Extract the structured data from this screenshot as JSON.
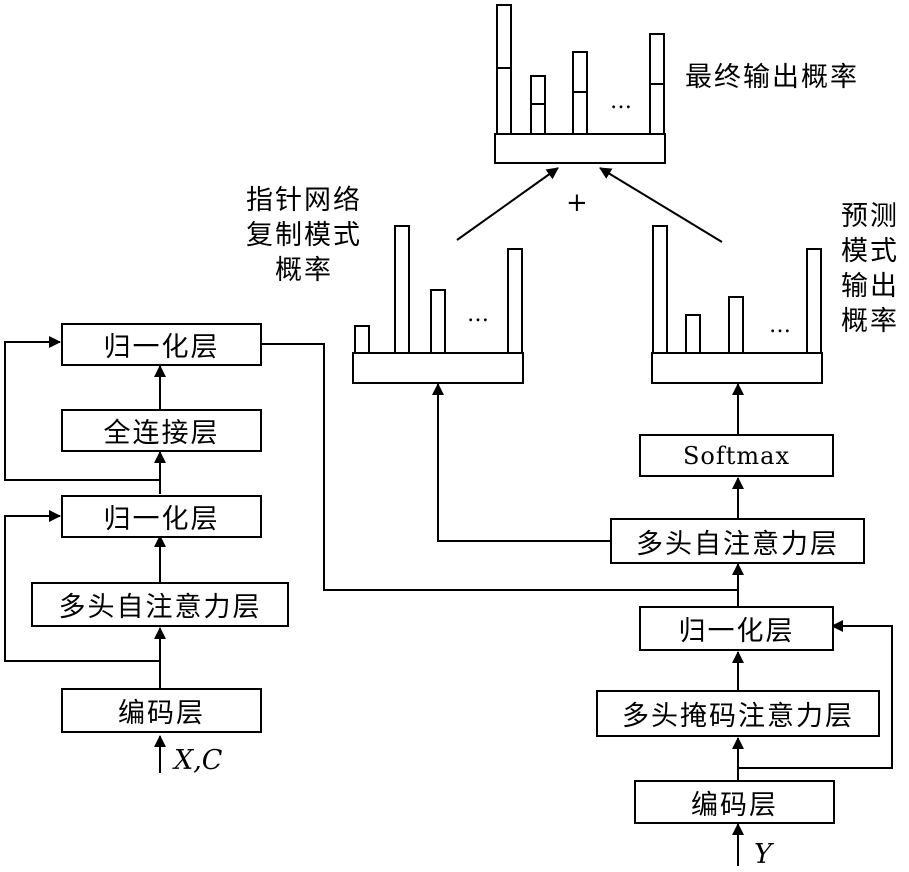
{
  "encoder": {
    "norm_top": "归一化层",
    "fc": "全连接层",
    "norm_bottom": "归一化层",
    "mha": "多头自注意力层",
    "embed": "编码层",
    "input": "X,C"
  },
  "decoder": {
    "softmax": "Softmax",
    "mha": "多头自注意力层",
    "norm": "归一化层",
    "masked_mha": "多头掩码注意力层",
    "embed": "编码层",
    "input": "Y"
  },
  "labels": {
    "final": "最终输出概率",
    "pointer": [
      "指针网络",
      "复制模式",
      "概率"
    ],
    "predict": [
      "预测",
      "模式",
      "输出",
      "概率"
    ],
    "plus": "+",
    "ellipsis": "…"
  }
}
